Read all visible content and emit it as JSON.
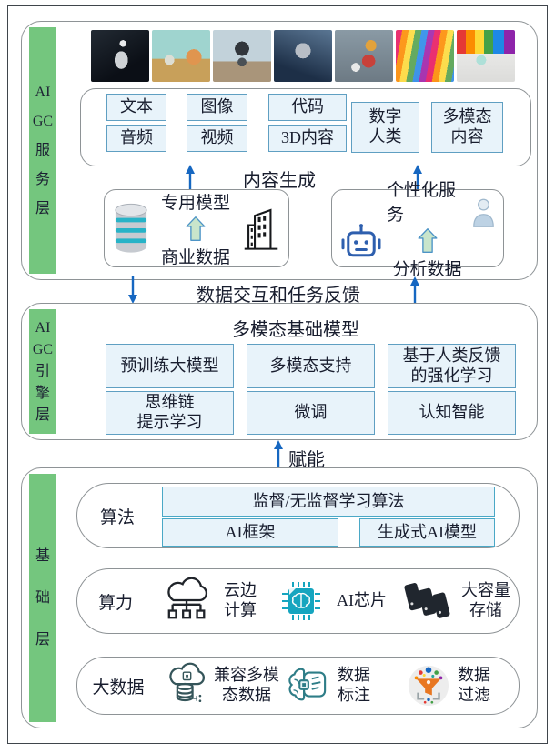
{
  "colors": {
    "layer_label_green": "#74c67e",
    "box_fill": "#e8f3fa",
    "box_border": "#5f9fc2",
    "arrow_blue": "#1667c1",
    "container_border": "#8e9396",
    "text_dark": "#181d2e",
    "block_arrow_green": "#c9e5cb",
    "chip_teal": "#16a5bf",
    "funnel_orange": "#e87722"
  },
  "service_layer": {
    "label_lines": [
      "AI",
      "GC",
      "服",
      "务",
      "层"
    ],
    "generated_images": [
      "astronaut-riding-white-horse",
      "corgi-and-cat-painting",
      "panda-sunglasses-skateboard",
      "animal-astronaut-helmet",
      "robot-cooking",
      "rainbow-striped-pig",
      "cat-with-rainbow-wig"
    ],
    "content_types": {
      "pairs": [
        {
          "top": "文本",
          "bottom": "音频"
        },
        {
          "top": "图像",
          "bottom": "视频"
        },
        {
          "top": "代码",
          "bottom": "3D内容"
        }
      ],
      "talls": [
        {
          "line1": "数字",
          "line2": "人类"
        },
        {
          "line1": "多模态",
          "line2": "内容"
        }
      ]
    },
    "content_generation_label": "内容生成",
    "left_box": {
      "top_label": "专用模型",
      "bottom_label": "商业数据"
    },
    "right_box": {
      "top_label": "个性化服务",
      "bottom_label": "分析数据"
    }
  },
  "interaction_label": "数据交互和任务反馈",
  "engine_layer": {
    "label_lines": [
      "AI",
      "GC",
      "引",
      "擎",
      "层"
    ],
    "title": "多模态基础模型",
    "boxes": [
      {
        "line1": "预训练大模型",
        "line2": ""
      },
      {
        "line1": "多模态支持",
        "line2": ""
      },
      {
        "line1": "基于人类反馈",
        "line2": "的强化学习"
      },
      {
        "line1": "思维链",
        "line2": "提示学习"
      },
      {
        "line1": "微调",
        "line2": ""
      },
      {
        "line1": "认知智能",
        "line2": ""
      }
    ]
  },
  "empower_label": "赋能",
  "foundation_layer": {
    "label_lines": [
      "基",
      "础",
      "层"
    ],
    "algorithm_row": {
      "label": "算法",
      "top_box": "监督/无监督学习算法",
      "left_box": "AI框架",
      "right_box": "生成式AI模型"
    },
    "computing_row": {
      "label": "算力",
      "items": [
        {
          "icon": "cloud-edge-network-icon",
          "line1": "云边",
          "line2": "计算"
        },
        {
          "icon": "ai-chip-icon",
          "line1": "AI芯片",
          "line2": ""
        },
        {
          "icon": "storage-servers-icon",
          "line1": "大容量",
          "line2": "存储"
        }
      ]
    },
    "bigdata_row": {
      "label": "大数据",
      "items": [
        {
          "icon": "cloud-database-icon",
          "line1": "兼容多模",
          "line2": "态数据"
        },
        {
          "icon": "brain-annotation-icon",
          "line1": "数据",
          "line2": "标注"
        },
        {
          "icon": "data-filter-funnel-icon",
          "line1": "数据",
          "line2": "过滤"
        }
      ]
    }
  }
}
